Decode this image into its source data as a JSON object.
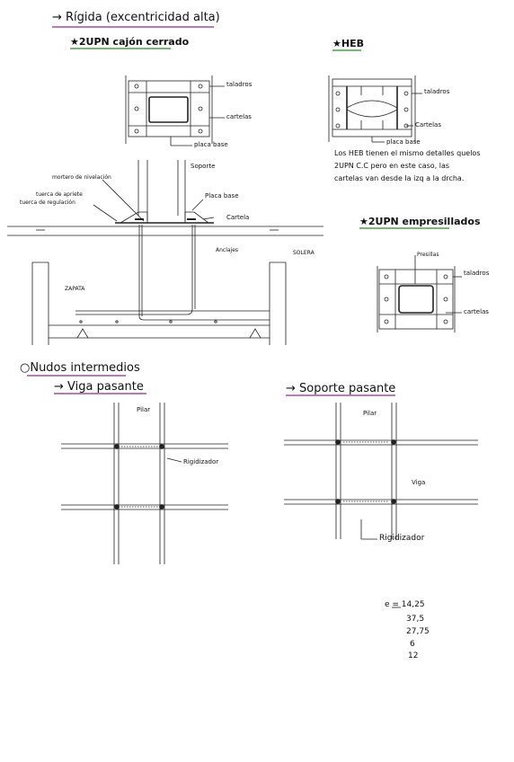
{
  "title_rigida": "→ Rígida (excentricidad alta)",
  "sub_2upn_cajon": "★2UPN cajón cerrado",
  "sub_heb": "★HEB",
  "sub_2upn_empresillados": "★2UPN empresillados",
  "labels_fig1": {
    "taladros": "taladros",
    "cartelas": "cartelas",
    "placa_base": "placa base"
  },
  "labels_fig2": {
    "taladros": "taladros",
    "cartelas": "Cartelas",
    "placa_base": "placa base"
  },
  "heb_note": [
    "Los HEB tienen el mismo detalles quelos",
    "2UPN C.C pero en este caso, las",
    "cartelas van desde la izq a la drcha."
  ],
  "section_labels": {
    "mortero": "mortero de nivelación",
    "soporte": "Soporte",
    "tuerca_apriete": "tuerca de apriete",
    "tuerca_regulacion": "tuerca de regulación",
    "placa_base": "Placa base",
    "cartela": "Cartela",
    "anclajes": "Anclajes",
    "solera": "SOLERA",
    "zapata": "ZAPATA"
  },
  "labels_fig3": {
    "presillas": "Presillas",
    "taladros": "taladros",
    "cartelas": "cartelas"
  },
  "title_nudos": "○Nudos intermedios",
  "title_viga_pasante": "→ Viga pasante",
  "title_soporte_pasante": "→ Soporte pasante",
  "labels_viga": {
    "pilar": "Pilar",
    "rigidizador": "Rigidizador"
  },
  "labels_soporte": {
    "pilar": "Pilar",
    "viga": "Viga",
    "rigidizador": "Rigidizador"
  },
  "numbers": [
    "e = 14,25",
    "37,5",
    "27,75",
    "6",
    "12"
  ],
  "colors": {
    "underline_purple": "#8a2f8a",
    "underline_green": "#2a8a2a",
    "ink": "#111111"
  }
}
